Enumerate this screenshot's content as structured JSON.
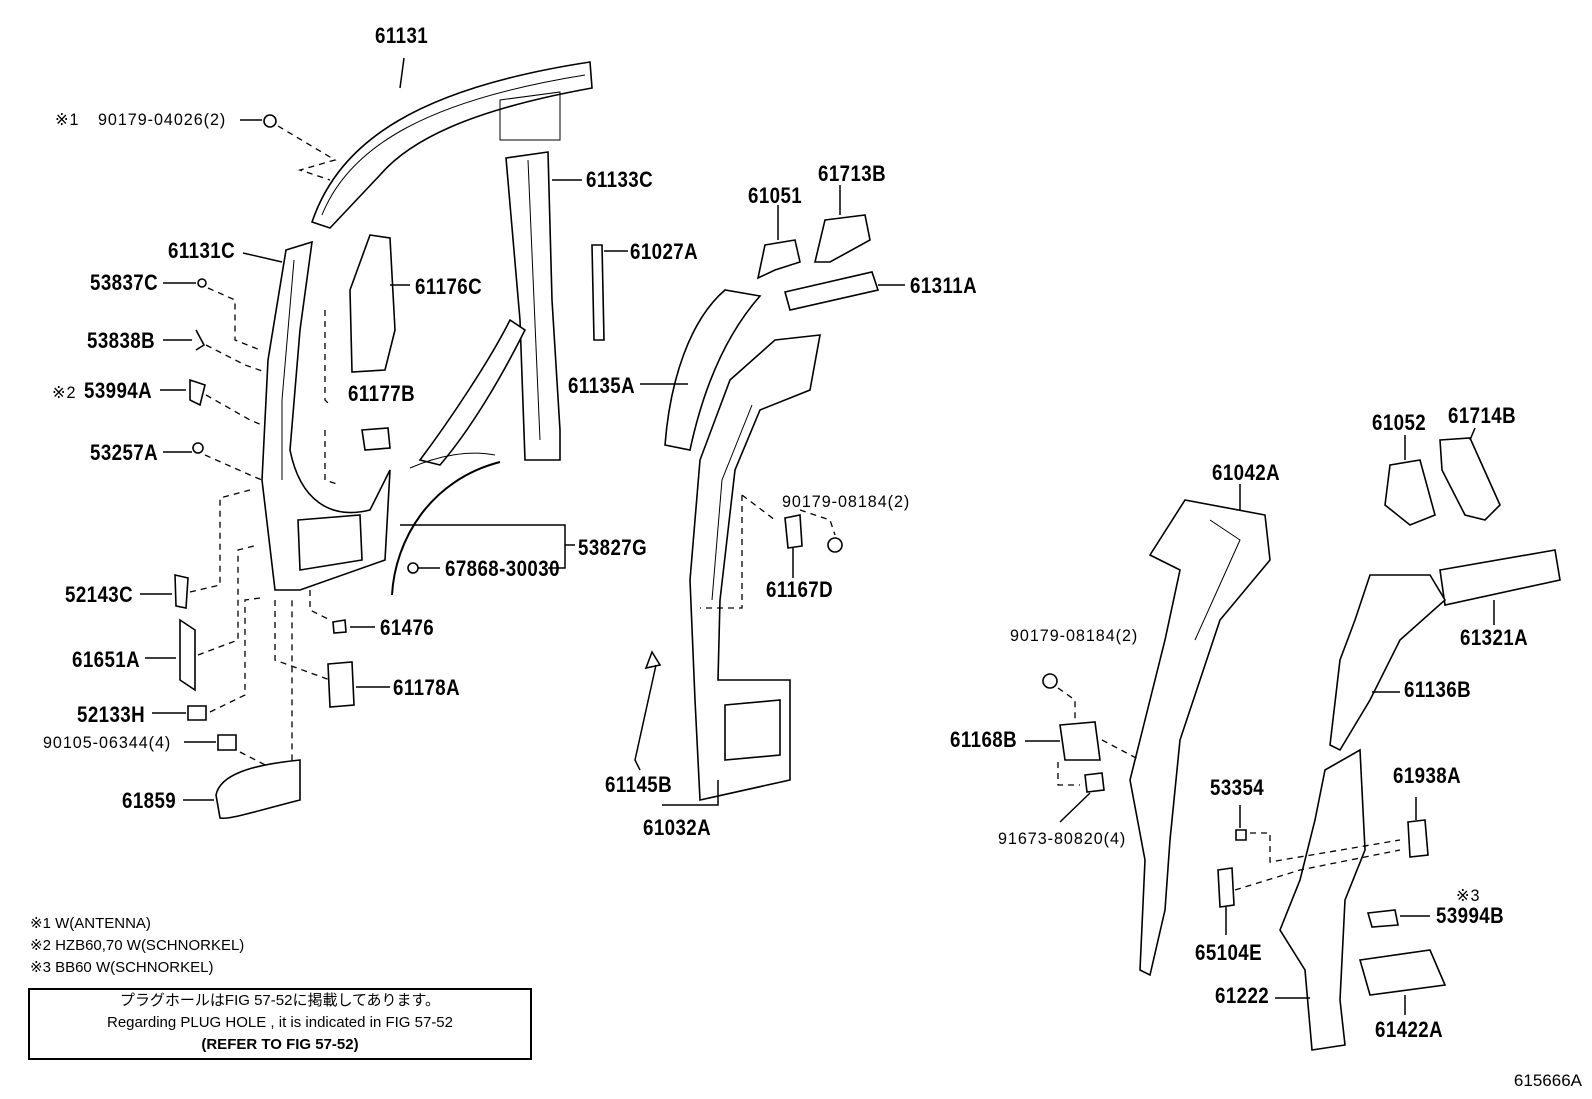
{
  "labels": {
    "p61131": "61131",
    "p90179_04026": "90179-04026(2)",
    "p61133C": "61133C",
    "p61131C": "61131C",
    "p53837C": "53837C",
    "p61176C": "61176C",
    "p61027A": "61027A",
    "p53838B": "53838B",
    "p53994A": "53994A",
    "p61177B": "61177B",
    "p53257A": "53257A",
    "p53827G": "53827G",
    "p67868_30030": "67868-30030",
    "p52143C": "52143C",
    "p61476": "61476",
    "p61651A": "61651A",
    "p61178A": "61178A",
    "p52133H": "52133H",
    "p90105_06344": "90105-06344(4)",
    "p61859": "61859",
    "p61051": "61051",
    "p61713B": "61713B",
    "p61311A": "61311A",
    "p61135A": "61135A",
    "p90179_08184a": "90179-08184(2)",
    "p61167D": "61167D",
    "p61145B": "61145B",
    "p61032A": "61032A",
    "p61052": "61052",
    "p61714B": "61714B",
    "p61042A": "61042A",
    "p61321A": "61321A",
    "p90179_08184b": "90179-08184(2)",
    "p61136B": "61136B",
    "p61168B": "61168B",
    "p53354": "53354",
    "p61938A": "61938A",
    "p91673_80820": "91673-80820(4)",
    "p53994B": "53994B",
    "p65104E": "65104E",
    "p61222": "61222",
    "p61422A": "61422A"
  },
  "marks": {
    "m1": "※1",
    "m2": "※2",
    "m3": "※3"
  },
  "notes": {
    "n1": "※1 W(ANTENNA)",
    "n2": "※2 HZB60,70 W(SCHNORKEL)",
    "n3": "※3 BB60  W(SCHNORKEL)"
  },
  "notice": {
    "line1": "プラグホールはFIG 57-52に掲載してあります。",
    "line2": "Regarding  PLUG  HOLE , it is indicated in FIG  57-52",
    "line3": "(REFER TO FIG 57-52)"
  },
  "figure_id": "615666A"
}
